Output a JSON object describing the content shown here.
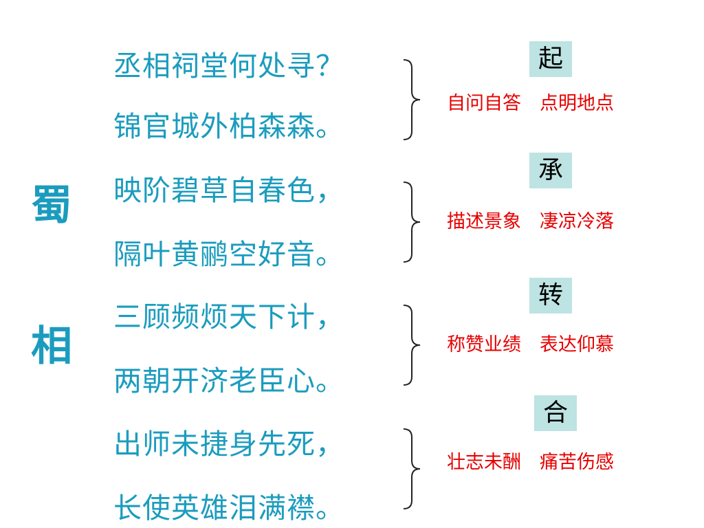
{
  "title": [
    "蜀",
    "相"
  ],
  "lines": [
    "丞相祠堂何处寻？",
    "锦官城外柏森森。",
    "映阶碧草自春色，",
    "隔叶黄鹂空好音。",
    "三顾频烦天下计，",
    "两朝开济老臣心。",
    "出师未捷身先死，",
    "长使英雄泪满襟。"
  ],
  "sections": [
    {
      "tag": "起",
      "note": "自问自答　点明地点"
    },
    {
      "tag": "承",
      "note": "描述景象　凄凉冷落"
    },
    {
      "tag": "转",
      "note": "称赞业绩　表达仰慕"
    },
    {
      "tag": "合",
      "note": "壮志未酬　痛苦伤感"
    }
  ],
  "colors": {
    "poem_text": "#1b9cbe",
    "note_text": "#e60000",
    "tag_background": "#bde3e2"
  }
}
